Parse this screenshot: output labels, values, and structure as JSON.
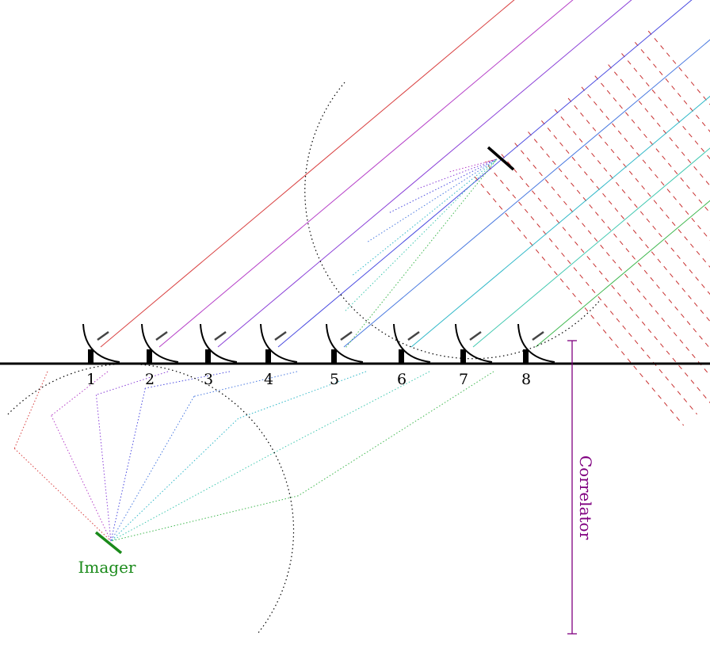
{
  "antenna_labels": [
    "1",
    "2",
    "3",
    "4",
    "5",
    "6",
    "7",
    "8"
  ],
  "imager_label": "Imager",
  "correlator_label": "Correlator",
  "colors": {
    "series": [
      "#d94040",
      "#b640c8",
      "#8a40d8",
      "#4a4ae0",
      "#4a7ae0",
      "#30b8c8",
      "#40c8b0",
      "#40b850"
    ],
    "wavefront": "#c83030",
    "imager": "#1a8a1a",
    "correlator": "#800080",
    "ground": "#000000"
  }
}
